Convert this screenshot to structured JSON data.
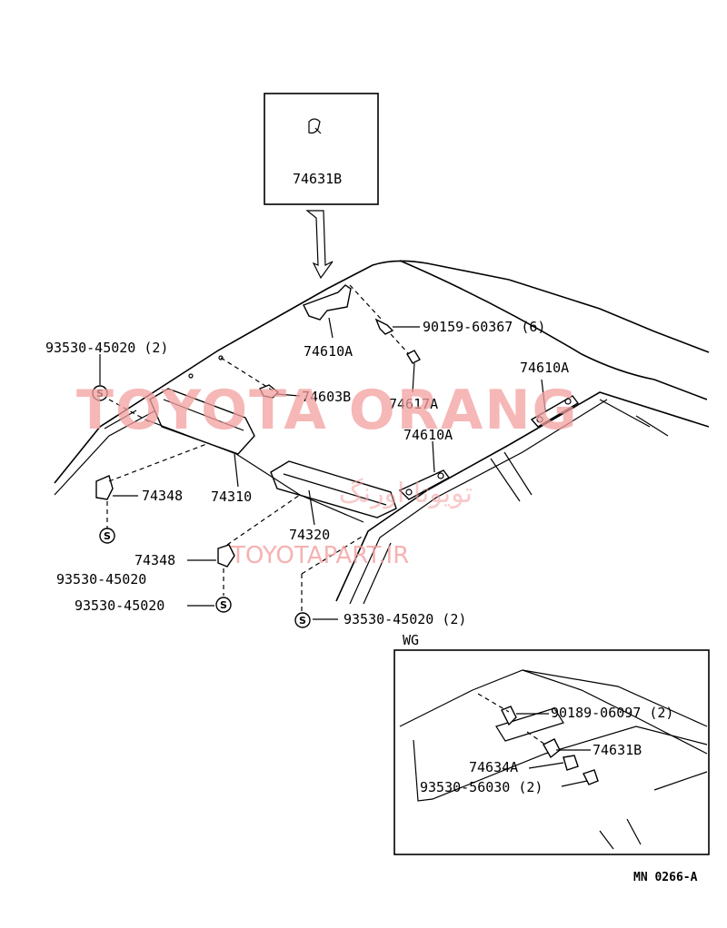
{
  "watermark": {
    "brand": "TOYOTA ORANG",
    "url": "TOYOTAPART.IR",
    "persian": "تویوتا اورنگ"
  },
  "inset_top": {
    "part": "74631B"
  },
  "labels": {
    "p90159": "90159-60367 (6)",
    "p74610A_1": "74610A",
    "p74610A_2": "74610A",
    "p74610A_3": "74610A",
    "p74617A": "74617A",
    "p74603B": "74603B",
    "p93530_tl": "93530-45020 (2)",
    "p74310": "74310",
    "p74320": "74320",
    "p74348_1": "74348",
    "p74348_2": "74348",
    "p93530_l1": "93530-45020",
    "p93530_l2": "93530-45020",
    "p93530_b": "93530-45020 (2)"
  },
  "wg_inset": {
    "title": "WG",
    "p90189": "90189-06097 (2)",
    "p74631B": "74631B",
    "p74634A": "74634A",
    "p93530": "93530-56030 (2)"
  },
  "s_marker": "S",
  "footer_code": "MN  0266-A"
}
